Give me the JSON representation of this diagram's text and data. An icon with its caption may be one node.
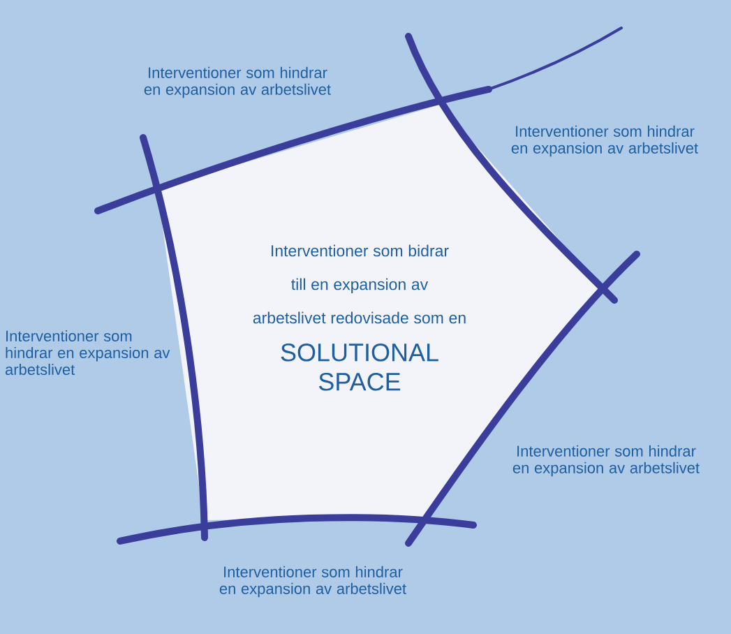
{
  "diagram": {
    "nodes": [
      {
        "text": [
          "Interventioner som bidrar till en expansion av arbetslivet redovisade som en",
          "SOLUTIONAL SPACE"
        ]
      }
    ],
    "edges": [],
    "labels": [
      "Interventioner som hindrar en expansion av arbetslivet",
      "Interventioner som hindrar en expansion av arbetslivet",
      "Interventioner som hindrar en expansion av arbetslivet",
      "Interventioner som hindrar en expansion av arbetslivet",
      "Interventioner som hindrar en expansion av arbetslivet"
    ]
  }
}
